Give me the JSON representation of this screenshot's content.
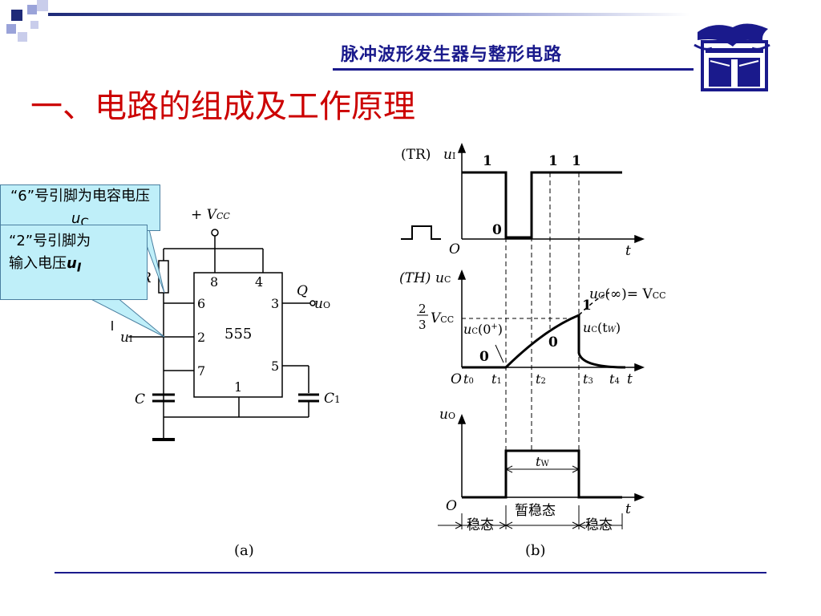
{
  "header": {
    "course_title": "脉冲波形发生器与整形电路"
  },
  "slide": {
    "title": "一、电路的组成及工作原理"
  },
  "callouts": {
    "pin6": {
      "text": "“6”号引脚为电容电压",
      "sym": "u",
      "sub": "C"
    },
    "pin2": {
      "line1": "“2”号引脚为",
      "line2": "输入电压",
      "sym": "u",
      "sub": "I"
    }
  },
  "circuit": {
    "vcc_label": "+ V",
    "vcc_sub": "CC",
    "chip": "555",
    "pins": [
      "8",
      "4",
      "6",
      "3",
      "2",
      "5",
      "7",
      "1"
    ],
    "r_label": "R",
    "c_label": "C",
    "c1_label": "C",
    "c1_sub": "1",
    "q_label": "Q",
    "uo_label": "u",
    "uo_sub": "O",
    "ui_label": "u",
    "ui_sub": "I",
    "caption": "(a)"
  },
  "waveforms": {
    "caption": "(b)",
    "top": {
      "label_tr": "(TR)",
      "sig": "u",
      "sig_sub": "I",
      "levels": [
        "1",
        "1",
        "1",
        "0"
      ],
      "origin": "O",
      "t": "t"
    },
    "mid": {
      "label_th": "(TH)",
      "sig": "u",
      "sig_sub": "C",
      "frac_num": "2",
      "frac_den": "3",
      "vcc": "V",
      "vcc_sub": "CC",
      "uc_inf": "u",
      "uc_inf_sub": "C",
      "uc_inf_rest": "(∞)= V",
      "uc_inf_rest_sub": "CC",
      "uc0": "u",
      "uc0_sub": "C",
      "uc0_rest": "(0",
      "uc0_sup": "+",
      "uc0_end": ")",
      "uctw": "u",
      "uctw_sub": "C",
      "uctw_rest": "(t",
      "uctw_rest_sub": "W",
      "uctw_end": ")",
      "one": "1",
      "zero1": "0",
      "zero2": "0",
      "origin": "O",
      "ticks": [
        "t",
        "t",
        "t",
        "t",
        "t"
      ],
      "tick_subs": [
        "0",
        "1",
        "2",
        "3",
        "4"
      ],
      "t": "t"
    },
    "bot": {
      "sig": "u",
      "sig_sub": "O",
      "origin": "O",
      "t": "t",
      "tw": "t",
      "tw_sub": "W",
      "state1": "稳态",
      "state2": "暂稳态",
      "state3": "稳态"
    }
  }
}
